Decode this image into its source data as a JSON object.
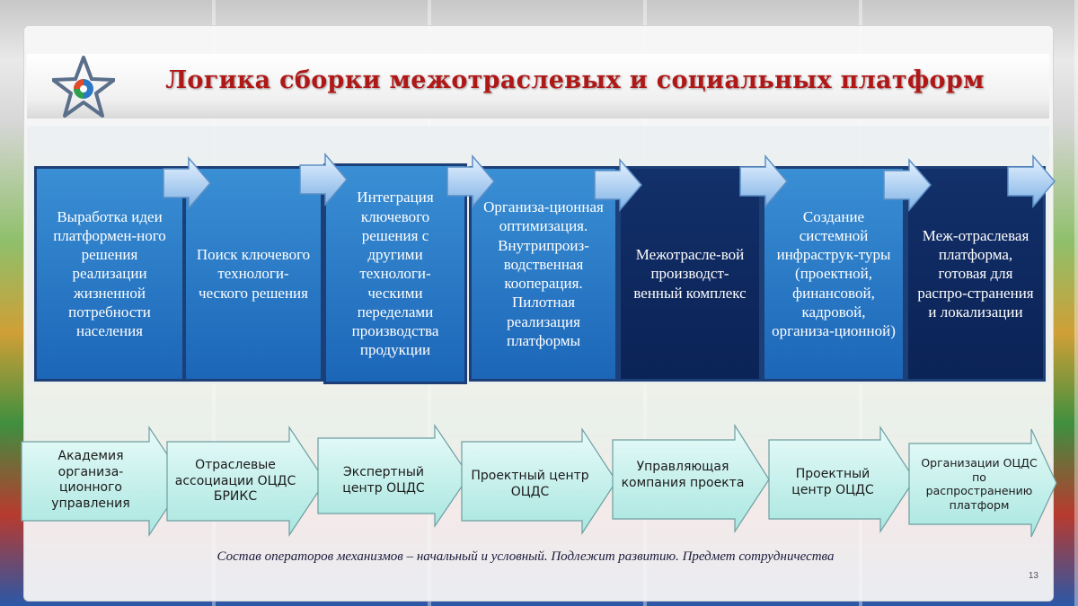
{
  "title": "Логика сборки межотраслевых и социальных платформ",
  "stages": [
    {
      "text": "Выработка идеи платформен-ного решения реализации жизненной потребности населения",
      "style": "light"
    },
    {
      "text": "Поиск ключевого технологи-ческого решения",
      "style": "light"
    },
    {
      "text": "Интеграция ключевого решения с другими технологи-ческими переделами производства продукции",
      "style": "light"
    },
    {
      "text": "Организа-ционная оптимизация. Внутрипроиз-водственная кооперация. Пилотная реализация платформы",
      "style": "light"
    },
    {
      "text": "Межотрасле-вой производст-венный комплекс",
      "style": "dark"
    },
    {
      "text": "Создание системной инфраструк-туры (проектной, финансовой, кадровой, организа-ционной)",
      "style": "light"
    },
    {
      "text": "Меж-отраслевая платформа, готовая для распро-странения и локализации",
      "style": "dark"
    }
  ],
  "operators": [
    "Академия организа-ционного управления",
    "Отраслевые ассоциации ОЦДС БРИКС",
    "Экспертный центр ОЦДС",
    "Проектный центр ОЦДС",
    "Управляющая компания проекта",
    "Проектный центр ОЦДС",
    "Организации ОЦДС по распространению платформ"
  ],
  "footnote": "Состав операторов механизмов –   начальный и условный. Подлежит развитию. Предмет сотрудничества",
  "page_number": "13",
  "colors": {
    "title": "#b01818",
    "box_light": "#1c66b8",
    "box_dark": "#0b2356",
    "arrow_fill": "#c8f1ee"
  },
  "icons": {
    "logo": "star-atom-logo",
    "chevron": "chevron-right-arrow"
  }
}
